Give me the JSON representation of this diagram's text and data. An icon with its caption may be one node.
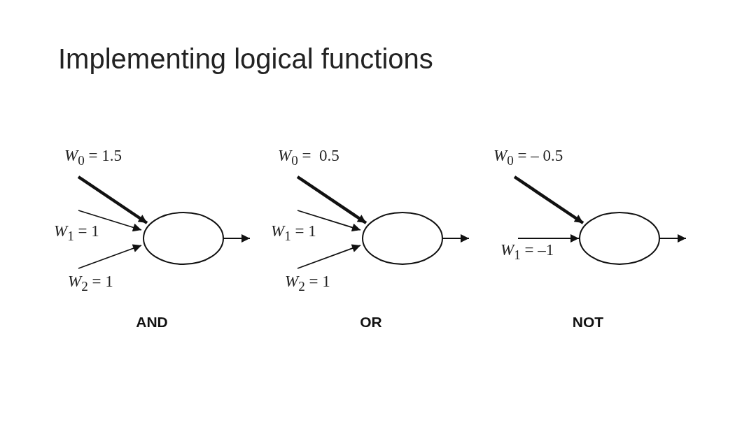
{
  "diagram": {
    "title": "Implementing logical functions",
    "nodes": [
      {
        "text": [],
        "shape": "circle",
        "beside": [
          "AND"
        ]
      },
      {
        "text": [],
        "shape": "circle",
        "beside": [
          "OR"
        ]
      },
      {
        "text": [],
        "shape": "circle",
        "beside": [
          "NOT"
        ]
      }
    ],
    "edges": [
      {
        "from": null,
        "to": 0,
        "arrow": "to",
        "label": "*W*$_{0}$ = 1.5",
        "style": "thick"
      },
      {
        "from": null,
        "to": 0,
        "arrow": "to",
        "label": "*W*$_{1}$ = 1"
      },
      {
        "from": null,
        "to": 0,
        "arrow": "to",
        "label": "*W*$_{2}$ = 1"
      },
      {
        "from": 0,
        "to": null,
        "arrow": "to"
      },
      {
        "from": null,
        "to": 1,
        "arrow": "to",
        "label": "*W*$_{0}$ =  0.5",
        "style": "thick"
      },
      {
        "from": null,
        "to": 1,
        "arrow": "to",
        "label": "*W*$_{1}$ = 1"
      },
      {
        "from": null,
        "to": 1,
        "arrow": "to",
        "label": "*W*$_{2}$ = 1"
      },
      {
        "from": 1,
        "to": null,
        "arrow": "to"
      },
      {
        "from": null,
        "to": 2,
        "arrow": "to",
        "label": "*W*$_{0}$ = – 0.5",
        "style": "thick"
      },
      {
        "from": null,
        "to": 2,
        "arrow": "to",
        "label": "*W*$_{1}$ = –1"
      },
      {
        "from": 2,
        "to": null,
        "arrow": "to"
      }
    ]
  }
}
